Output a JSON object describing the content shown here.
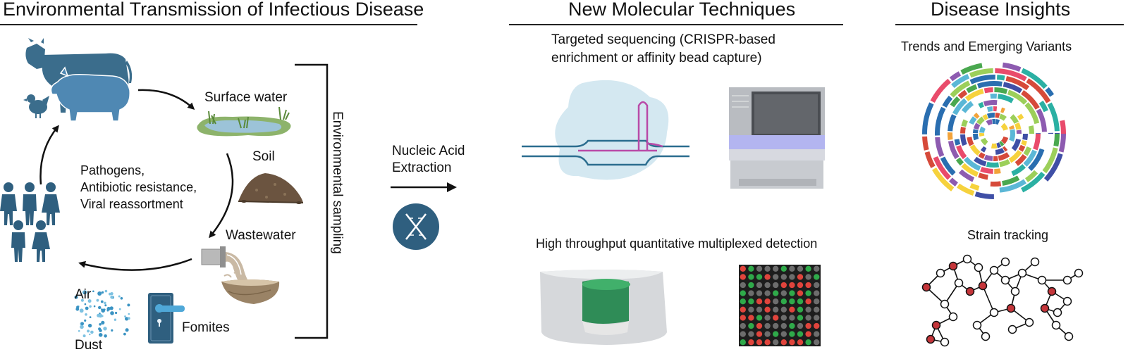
{
  "sections": {
    "transmission": {
      "title": "Environmental Transmission of Infectious Disease"
    },
    "techniques": {
      "title": "New Molecular Techniques"
    },
    "insights": {
      "title": "Disease Insights"
    }
  },
  "transmission": {
    "surface_water": "Surface water",
    "soil": "Soil",
    "wastewater": "Wastewater",
    "air": "Air",
    "dust": "Dust",
    "fomites": "Fomites",
    "center_lines": [
      "Pathogens,",
      "Antibiotic resistance,",
      "Viral reassortment"
    ],
    "sampling_label": "Environmental sampling"
  },
  "extraction": {
    "lines": [
      "Nucleic Acid",
      "Extraction"
    ]
  },
  "techniques": {
    "targeted_lines": [
      "Targeted sequencing (CRISPR-based",
      "enrichment or affinity bead capture)"
    ],
    "high_throughput": "High throughput quantitative multiplexed detection"
  },
  "insights": {
    "trends": "Trends and Emerging Variants",
    "strain": "Strain tracking"
  },
  "colors": {
    "animal": "#3b6d8c",
    "human": "#2f5f7f",
    "arrow": "#111111",
    "microarray_green": "#2faa4a",
    "microarray_red": "#e0443c",
    "microarray_grey": "#6d6d6d",
    "network_node_red": "#c4353a"
  }
}
